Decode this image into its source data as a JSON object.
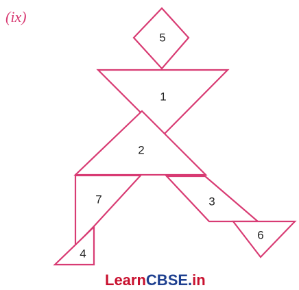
{
  "figure_label": "(ix)",
  "pieces": [
    {
      "id": 1,
      "label": "1"
    },
    {
      "id": 2,
      "label": "2"
    },
    {
      "id": 3,
      "label": "3"
    },
    {
      "id": 4,
      "label": "4"
    },
    {
      "id": 5,
      "label": "5"
    },
    {
      "id": 6,
      "label": "6"
    },
    {
      "id": 7,
      "label": "7"
    }
  ],
  "watermark": {
    "learn": "Learn",
    "cbse": "CBSE",
    "dot": ".",
    "in": "in"
  },
  "colors": {
    "outline": "#d83b73",
    "watermark_red": "#c8102e",
    "watermark_blue": "#1d3f8f"
  }
}
